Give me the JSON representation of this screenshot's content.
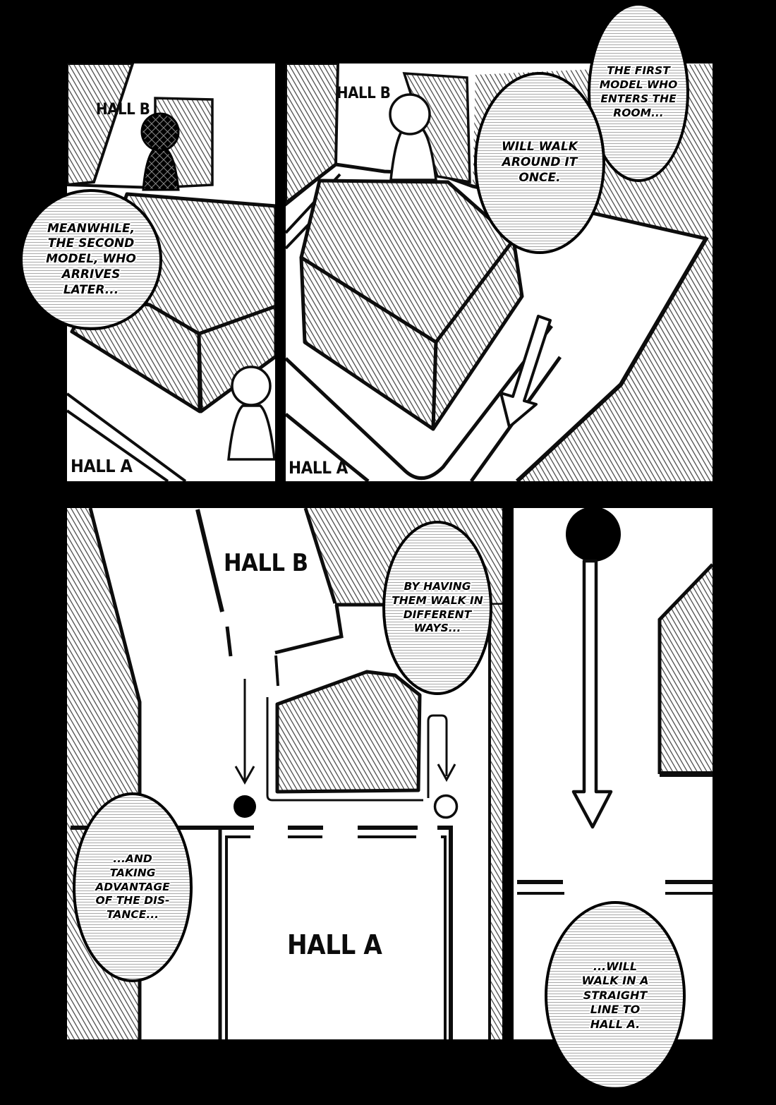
{
  "page": {
    "colors": {
      "paper": "#ffffff",
      "ink": "#0d0d0d",
      "gutter": "#000000"
    }
  },
  "labels": {
    "p1_hall_b": "HALL B",
    "p1_hall_a": "HALL A",
    "p2_hall_b": "HALL B",
    "p2_hall_a": "HALL A",
    "p3_hall_b": "HALL B",
    "p3_hall_a": "HALL A"
  },
  "bubbles": [
    {
      "id": "meanwhile",
      "text": "MEANWHILE, THE SECOND MODEL, WHO ARRIVES LATER..."
    },
    {
      "id": "first-model",
      "text": "THE FIRST MODEL WHO ENTERS THE ROOM..."
    },
    {
      "id": "walk-around",
      "text": "WILL WALK AROUND IT ONCE."
    },
    {
      "id": "different-ways",
      "text": "BY HAVING THEM WALK IN DIFFERENT WAYS..."
    },
    {
      "id": "distance",
      "text": "...AND TAKING ADVANTAGE OF THE DIS-TANCE..."
    },
    {
      "id": "straight-line",
      "text": "...WILL WALK IN A STRAIGHT LINE TO HALL A."
    }
  ],
  "figures": {
    "black_model": "black-pawn",
    "white_model": "white-pawn"
  }
}
